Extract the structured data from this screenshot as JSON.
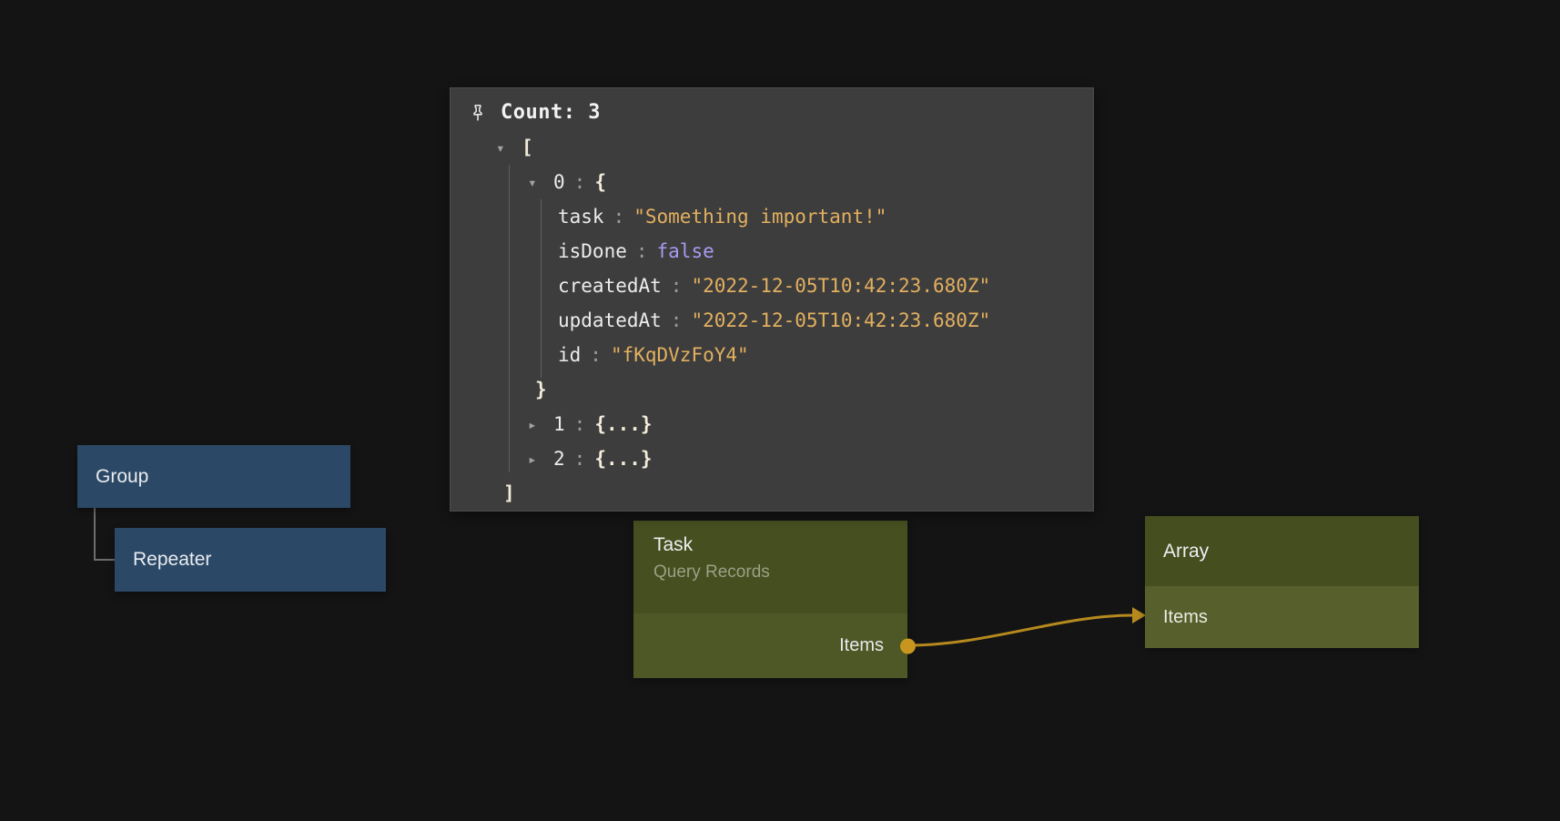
{
  "icons": {
    "pin": "pushpin",
    "expanded": "▾",
    "collapsed": "▸"
  },
  "inspector": {
    "title": "Count: 3",
    "colon": ":",
    "open_bracket": "[",
    "close_bracket": "]",
    "item0": {
      "index": "0",
      "open_brace": "{",
      "close_brace": "}",
      "props": [
        {
          "key": "task",
          "value": "\"Something important!\""
        },
        {
          "key": "isDone",
          "value": "false"
        },
        {
          "key": "createdAt",
          "value": "\"2022-12-05T10:42:23.680Z\""
        },
        {
          "key": "updatedAt",
          "value": "\"2022-12-05T10:42:23.680Z\""
        },
        {
          "key": "id",
          "value": "\"fKqDVzFoY4\""
        }
      ]
    },
    "item1": {
      "index": "1",
      "collapsed": "{...}"
    },
    "item2": {
      "index": "2",
      "collapsed": "{...}"
    }
  },
  "nodes": {
    "group": {
      "label": "Group"
    },
    "repeater": {
      "label": "Repeater"
    },
    "task": {
      "title": "Task",
      "subtitle": "Query Records",
      "output_port": "Items"
    },
    "array": {
      "title": "Array",
      "input_row": "Items"
    }
  },
  "colors": {
    "string_value": "#e3b05f",
    "boolean_value": "#a79bf0",
    "wire": "#b6891e",
    "node_blue": "#2b4866",
    "node_olive_header": "#464f20",
    "panel_background": "#3d3d3d"
  }
}
